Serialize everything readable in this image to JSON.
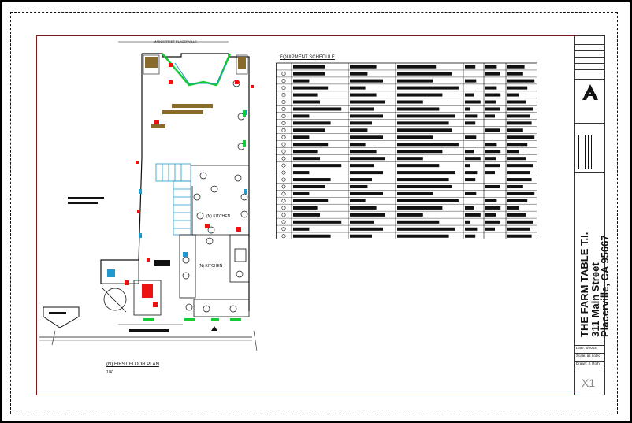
{
  "plan": {
    "street_label": "MAIN STREET PLACERVILLE",
    "kitchen_label_1": "(N) KITCHEN",
    "kitchen_label_2": "(N) KITCHEN",
    "floor_plan_title": "(N) FIRST FLOOR PLAN",
    "scale": "1/4\""
  },
  "schedule": {
    "title": "EQUIPMENT SCHEDULE",
    "row_count": 24
  },
  "titleblock": {
    "project_name": "THE FARM TABLE T.I.",
    "address_line": "311 Main Street",
    "city_line": "Placerville, CA 95667",
    "date_label": "Date: 8/2014",
    "scale_label": "Scale: as noted",
    "drawn_label": "Drawn: J. Roth",
    "sheet_number": "X1"
  },
  "colors": {
    "border_red": "#7a1a1a",
    "accent_red": "#e11",
    "accent_green": "#1c3",
    "accent_blue": "#29c",
    "accent_brown": "#8a6a2a"
  }
}
